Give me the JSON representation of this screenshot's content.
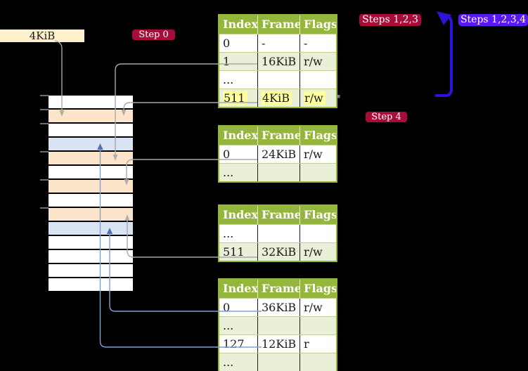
{
  "labels": {
    "page_size": "4KiB",
    "step0": "Step 0",
    "step4": "Step 4",
    "steps123": "Steps 1,2,3",
    "steps1234": "Steps 1,2,3,4"
  },
  "colors": {
    "background": "#000000",
    "table_header_green": "#94b63c",
    "table_row_green": "#e9f0d7",
    "table_grid_light": "#c3d095",
    "table_grid_dark": "#1a1a1a",
    "highlight_yellow": "#ffff9e",
    "page_box_cream": "#fdf0cd",
    "memory_row_orange": "#fde5cb",
    "memory_row_blue": "#d8e4f4",
    "badge_crimson": "#a70d39",
    "badge_violet": "#5a18f2",
    "arrow_gray": "#a8a8a8",
    "arrow_steel_blue": "#84a0cd",
    "arrow_blue_head": "#4f73b2",
    "arrow_deep_blue": "#2c13d6",
    "tick_gray": "#6f6f6f"
  },
  "tables": [
    {
      "name": "page-table-top",
      "columns": [
        "Index",
        "Frame",
        "Flags"
      ],
      "rows": [
        {
          "cells": [
            "0",
            "-",
            "-"
          ],
          "shaded": false,
          "highlight": false
        },
        {
          "cells": [
            "1",
            "16KiB",
            "r/w"
          ],
          "shaded": true,
          "highlight": false
        },
        {
          "cells": [
            "...",
            "",
            ""
          ],
          "shaded": false,
          "highlight": false
        },
        {
          "cells": [
            "511",
            "4KiB",
            "r/w"
          ],
          "shaded": true,
          "highlight": true
        }
      ]
    },
    {
      "name": "page-table-second",
      "columns": [
        "Index",
        "Frame",
        "Flags"
      ],
      "rows": [
        {
          "cells": [
            "0",
            "24KiB",
            "r/w"
          ],
          "shaded": false,
          "highlight": false
        },
        {
          "cells": [
            "...",
            "",
            ""
          ],
          "shaded": true,
          "highlight": false
        }
      ]
    },
    {
      "name": "page-table-third",
      "columns": [
        "Index",
        "Frame",
        "Flags"
      ],
      "rows": [
        {
          "cells": [
            "...",
            "",
            ""
          ],
          "shaded": false,
          "highlight": false
        },
        {
          "cells": [
            "511",
            "32KiB",
            "r/w"
          ],
          "shaded": true,
          "highlight": false
        }
      ]
    },
    {
      "name": "page-table-bottom",
      "columns": [
        "Index",
        "Frame",
        "Flags"
      ],
      "rows": [
        {
          "cells": [
            "0",
            "36KiB",
            "r/w"
          ],
          "shaded": false,
          "highlight": false
        },
        {
          "cells": [
            "...",
            "",
            ""
          ],
          "shaded": true,
          "highlight": false
        },
        {
          "cells": [
            "127",
            "12KiB",
            "r"
          ],
          "shaded": false,
          "highlight": false
        },
        {
          "cells": [
            "...",
            "",
            ""
          ],
          "shaded": true,
          "highlight": false
        }
      ]
    }
  ],
  "memory": {
    "row_colors": [
      "white",
      "orange",
      "white",
      "blue",
      "orange",
      "white",
      "orange",
      "white",
      "orange",
      "blue",
      "white",
      "white",
      "white",
      "white"
    ],
    "tick_row_boundaries": [
      0,
      1,
      2,
      4,
      6,
      8
    ]
  },
  "connections": [
    {
      "from": "page-size-label",
      "to": "memory-row-2",
      "color": "gray"
    },
    {
      "from": "page-table-top row 1 (16KiB)",
      "to": "memory-row-5",
      "color": "gray"
    },
    {
      "from": "page-table-top row 511 (4KiB)",
      "to": "memory-row-2",
      "color": "gray"
    },
    {
      "from": "page-table-second row 0 (24KiB)",
      "to": "memory-row-7",
      "color": "gray"
    },
    {
      "from": "page-table-third row 511 (32KiB)",
      "to": "memory-row-9",
      "color": "gray"
    },
    {
      "from": "page-table-bottom row 0 (36KiB)",
      "to": "memory-row-10",
      "color": "blue"
    },
    {
      "from": "page-table-bottom row 127 (12KiB)",
      "to": "memory-row-4",
      "color": "blue"
    },
    {
      "from": "big loop arrow bottom",
      "to": "top of table stack",
      "color": "deep-blue"
    }
  ]
}
